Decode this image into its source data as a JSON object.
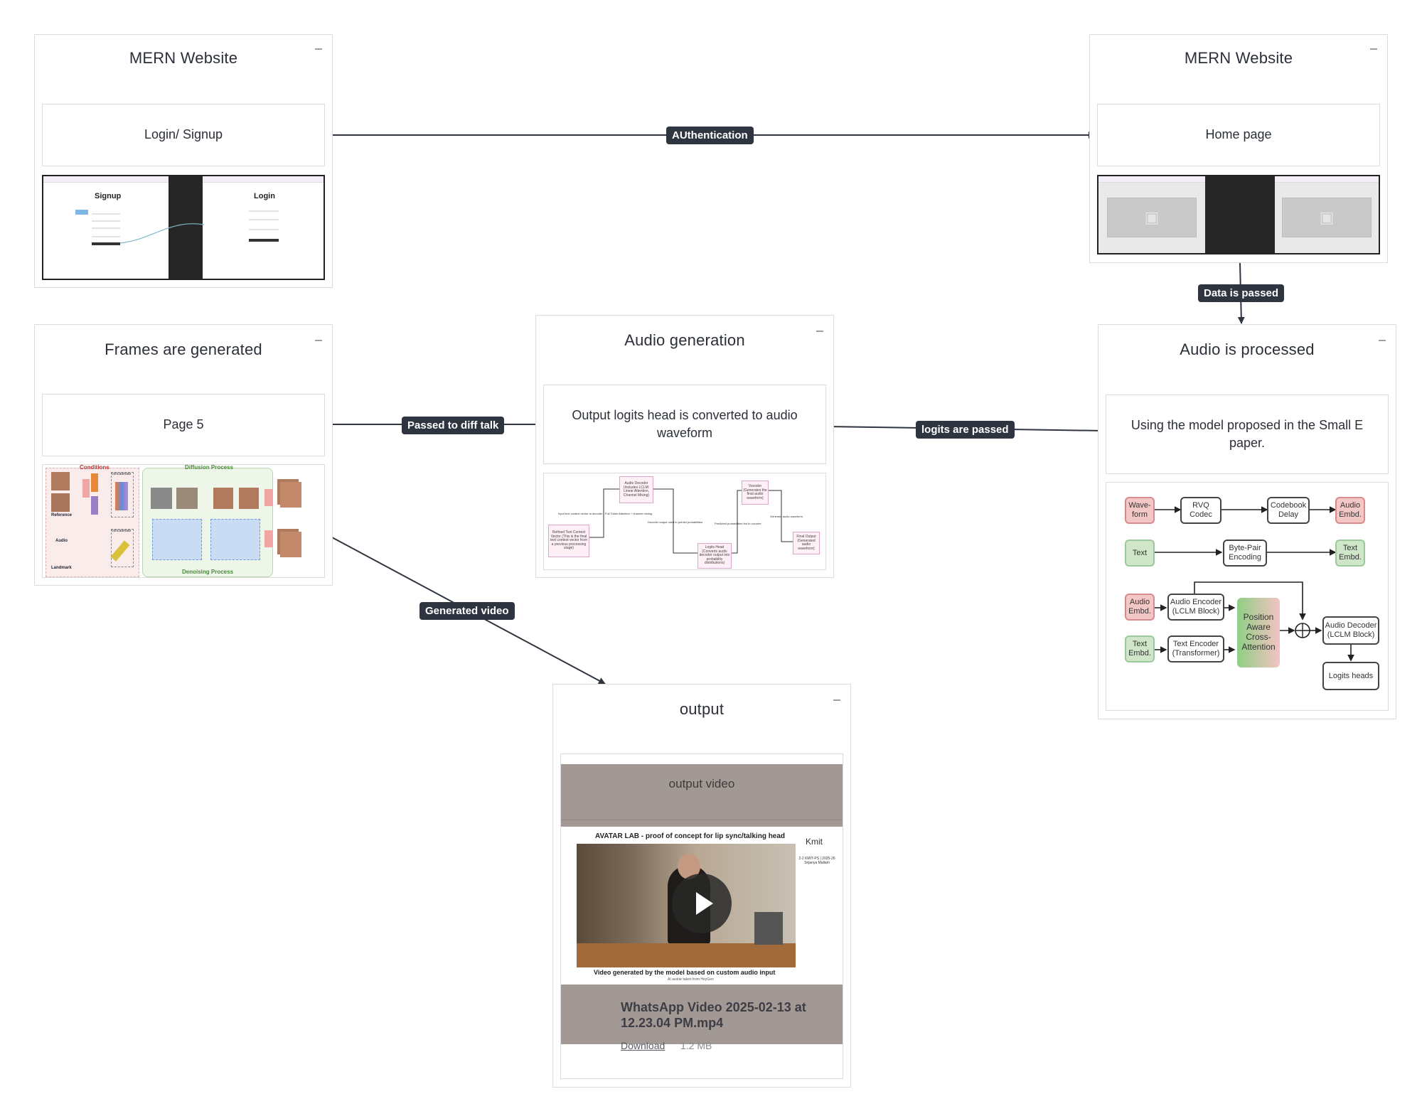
{
  "cards": {
    "mern_login": {
      "title": "MERN Website",
      "inner": "Login/ Signup",
      "thumb": {
        "signup": "Signup",
        "login": "Login",
        "win_title": "Title"
      }
    },
    "mern_home": {
      "title": "MERN Website",
      "inner": "Home page",
      "thumb": {
        "win_title": "Title"
      }
    },
    "audio_processed": {
      "title": "Audio is processed",
      "inner": "Using the model proposed in the Small E paper."
    },
    "audio_generation": {
      "title": "Audio generation",
      "inner": "Output logits head is converted to audio waveform"
    },
    "frames": {
      "title": "Frames are generated",
      "inner": "Page 5"
    },
    "output": {
      "title": "output",
      "video_label": "output video",
      "file_name": "WhatsApp Video 2025-02-13 at 12.23.04 PM.mp4",
      "download": "Download",
      "size": "1.2 MB",
      "still": {
        "headline": "AVATAR LAB - proof of concept for lip sync/talking head",
        "caption": "Video generated by the model based on custom audio input",
        "subcaption": "AI avatar taken from HeyGen",
        "logo": "Kmit",
        "side": "2-2 KMIT-PS | 2025-26 Srijanya Mallam"
      }
    }
  },
  "edges": [
    {
      "label": "AUthentication"
    },
    {
      "label": "Data is passed"
    },
    {
      "label": "logits are passed"
    },
    {
      "label": "Passed to diff talk"
    },
    {
      "label": "Generated video"
    }
  ],
  "model_diagram": {
    "blocks": [
      "Wave-form",
      "RVQ Codec",
      "Codebook Delay",
      "Audio Embd.",
      "Text",
      "Byte-Pair Encoding",
      "Text Embd.",
      "Audio Embd.",
      "Audio Encoder (LCLM Block)",
      "Position Aware Cross-Attention",
      "Audio Decoder (LCLM Block)",
      "Text Embd.",
      "Text Encoder (Transformer)",
      "Logits heads"
    ]
  },
  "audio_gen_diagram": {
    "boxes": [
      "Audio Decoder (Includes LCLM: Linear Attention, Channel Mixing)",
      "Vocoder (Generates the final audio waveform)",
      "Refined Text Context Vector (This is the final text context vector from a previous processing stage)",
      "Logits Head (Converts audio decoder output into probability distributions)",
      "Final Output (Generated audio waveform)"
    ],
    "edge_texts": [
      "Input text context vector to decoder",
      "Full Token Attention + channel mixing",
      "Decoder output used to predict probabilities",
      "Predicted probabilities fed to vocoder",
      "Generate audio waveform"
    ]
  },
  "frames_diagram": {
    "labels": [
      "Conditions",
      "Diffusion Process",
      "Denoising Process",
      "Reference",
      "Audio",
      "Landmark",
      "concatenate",
      "concatenate"
    ]
  },
  "colors": {
    "edge": "#2e3440",
    "card_border": "#dcdcdc",
    "video_bg": "#a39994"
  }
}
